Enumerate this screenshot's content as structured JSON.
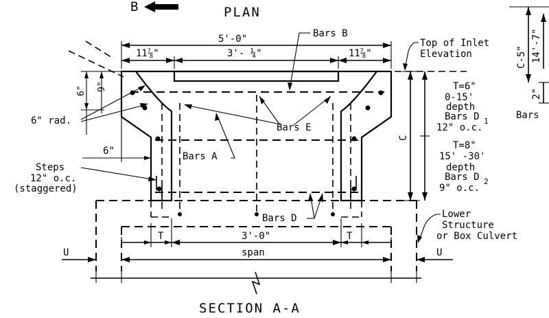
{
  "titles": {
    "plan": "PLAN",
    "section": "SECTION A-A",
    "section_marker": "B"
  },
  "dimensions": {
    "overall_width": "5'-0\"",
    "left_offset": "11⅞\"",
    "center_width": "3'- ¼\"",
    "right_offset": "11⅞\"",
    "dim_6in_vertical": "6\"",
    "dim_9in_vertical": "9\"",
    "dim_6in_horizontal": "6\"",
    "dim_C": "C",
    "dim_T_left": "T",
    "dim_T_right": "T",
    "dim_3ft": "3'-0\"",
    "span": "span",
    "u_left": "U",
    "u_right": "U"
  },
  "labels": {
    "bars_b": "Bars B",
    "top_of_inlet_line1": "Top of Inlet",
    "top_of_inlet_line2": "Elevation",
    "bars_e": "Bars E",
    "bars_a": "Bars A",
    "bars_d": "Bars D",
    "rad": "6\" rad.",
    "steps_line1": "Steps",
    "steps_line2": "12\" o.c.",
    "steps_line3": "(staggered)",
    "lower_line1": "Lower",
    "lower_line2": "Structure",
    "lower_line3": "or Box Culvert"
  },
  "thickness_notes": {
    "t6_line1": "T=6\"",
    "t6_line2": "0-15'",
    "t6_line3": "depth",
    "t6_line4": "Bars D",
    "t6_sub": "1",
    "t6_line5": "12\" o.c.",
    "t8_line1": "T=8\"",
    "t8_line2": "15' -30'",
    "t8_line3": "depth",
    "t8_line4": "Bars D",
    "t8_sub": "2",
    "t8_line5": "9\" o.c."
  },
  "side_view": {
    "c5": "C-5\"",
    "dim_14ft7": "14'-7\"",
    "dim_2in": "2\"",
    "bars": "Bars"
  }
}
